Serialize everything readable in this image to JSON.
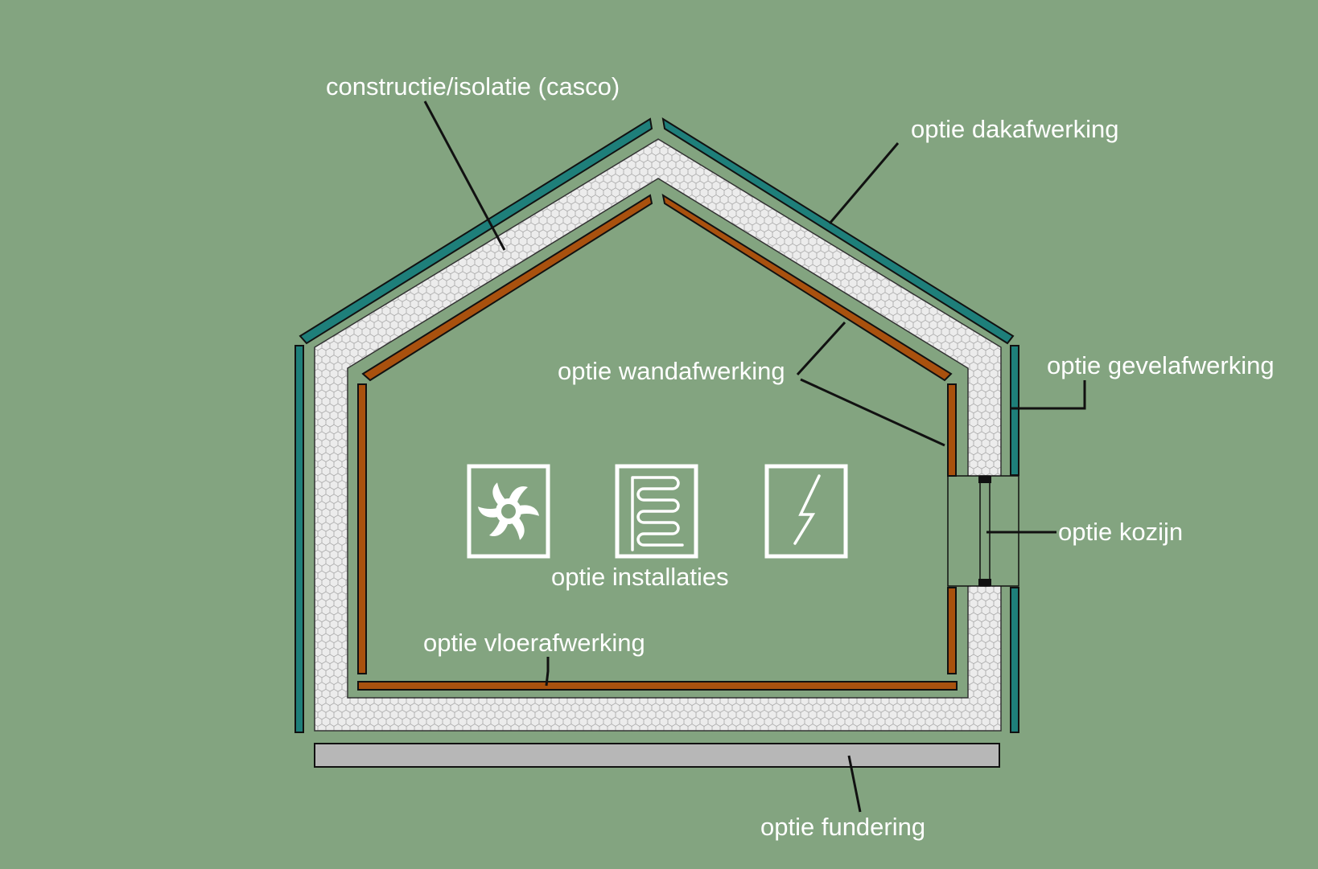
{
  "colors": {
    "background": "#83a480",
    "facade_panel": "#1e7f7a",
    "interior_finish": "#a9510e",
    "insulation": "#ececec",
    "foundation": "#b7b7b7",
    "outline": "#111111",
    "icon": "#ffffff",
    "label": "#ffffff"
  },
  "labels": {
    "casco": "constructie/isolatie (casco)",
    "roof_finish": "optie dakafwerking",
    "wall_finish": "optie wandafwerking",
    "facade_finish": "optie gevelafwerking",
    "frame": "optie kozijn",
    "installations": "optie installaties",
    "floor_finish": "optie vloerafwerking",
    "foundation": "optie fundering"
  },
  "icons": [
    "fan-icon",
    "heating-coil-icon",
    "electricity-icon"
  ]
}
